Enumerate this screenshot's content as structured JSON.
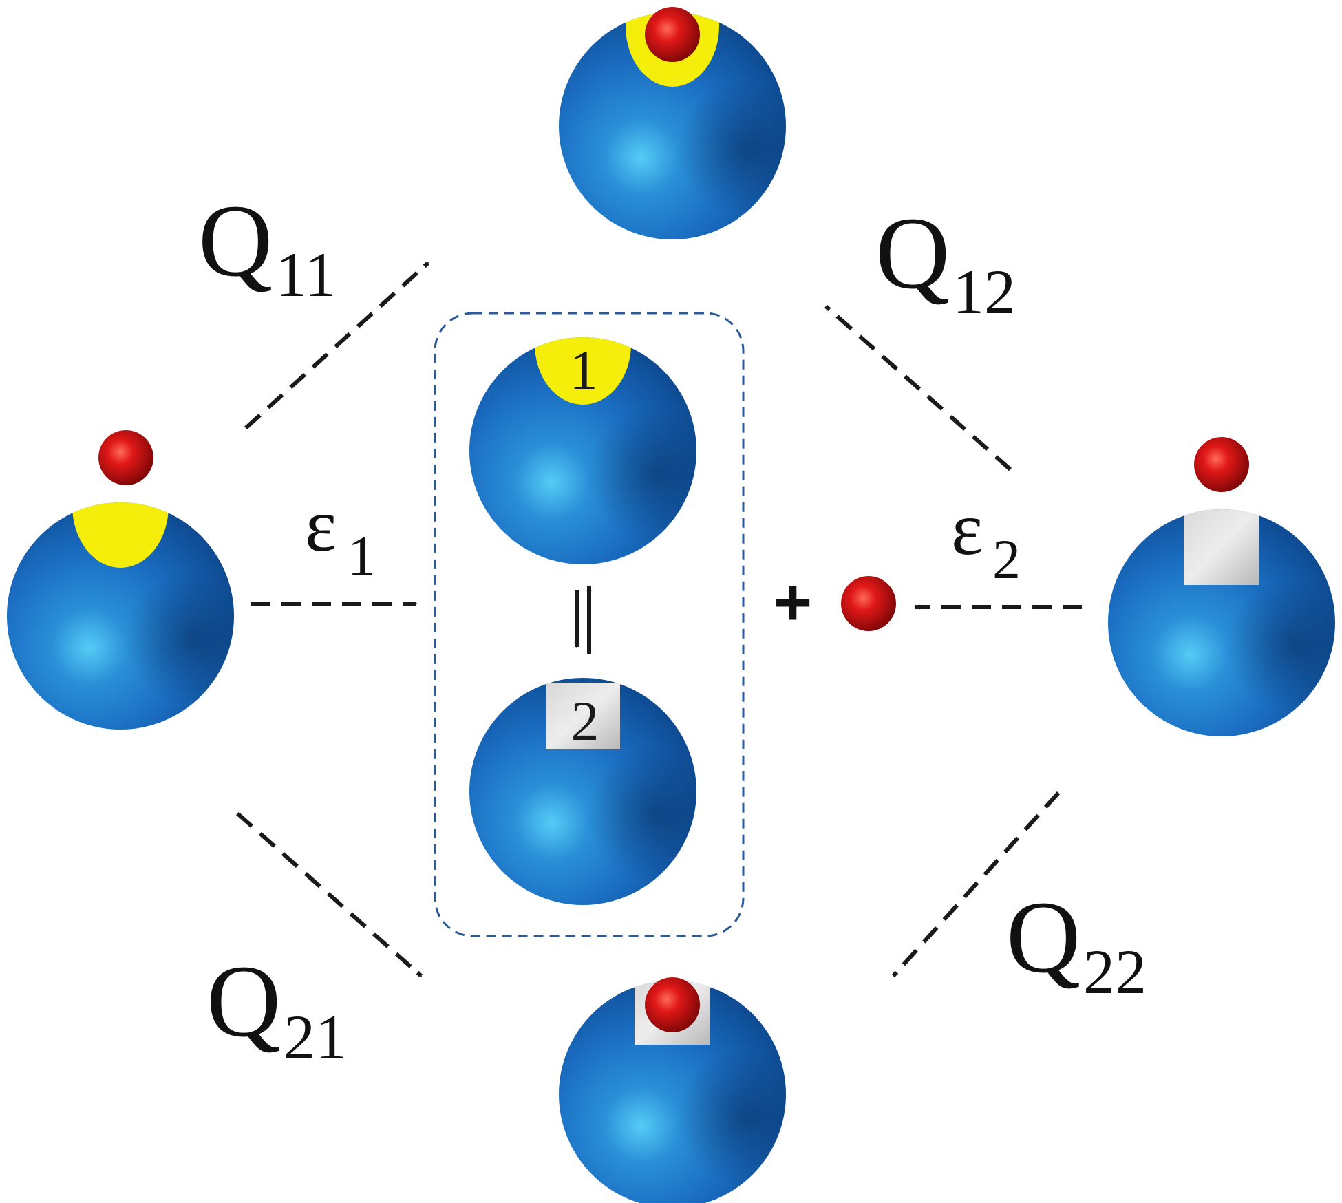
{
  "labels": {
    "q11": {
      "main": "Q",
      "sub": "11"
    },
    "q12": {
      "main": "Q",
      "sub": "12"
    },
    "q21": {
      "main": "Q",
      "sub": "21"
    },
    "q22": {
      "main": "Q",
      "sub": "22"
    },
    "eps1": {
      "main": "ε",
      "sub": "1"
    },
    "eps2": {
      "main": "ε",
      "sub": "2"
    },
    "site1": "1",
    "site2": "2",
    "plus": "+"
  },
  "colors": {
    "sphere_light": "#4fc8f4",
    "sphere_mid": "#1e78c8",
    "sphere_dark": "#0a3a78",
    "site1": "#f4ee0a",
    "site2": "#c8c8c8",
    "ligand": "#cc1010",
    "box_border": "#2a5a9a",
    "arrow": "#1a1a1a"
  }
}
